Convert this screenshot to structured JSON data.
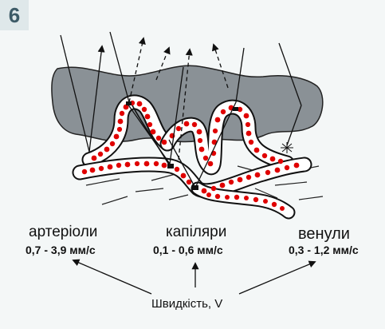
{
  "slide_number": "6",
  "vessels": [
    {
      "name": "артеріоли",
      "velocity": "0,7 - 3,9 мм/с"
    },
    {
      "name": "капіляри",
      "velocity": "0,1 - 0,6 мм/с"
    },
    {
      "name": "венули",
      "velocity": "0,3 - 1,2 мм/с"
    }
  ],
  "speed_label": "Швидкість, V",
  "colors": {
    "skin_layer": "#8a9196",
    "blood_cell": "#e00000",
    "vessel_outline": "#111111"
  }
}
